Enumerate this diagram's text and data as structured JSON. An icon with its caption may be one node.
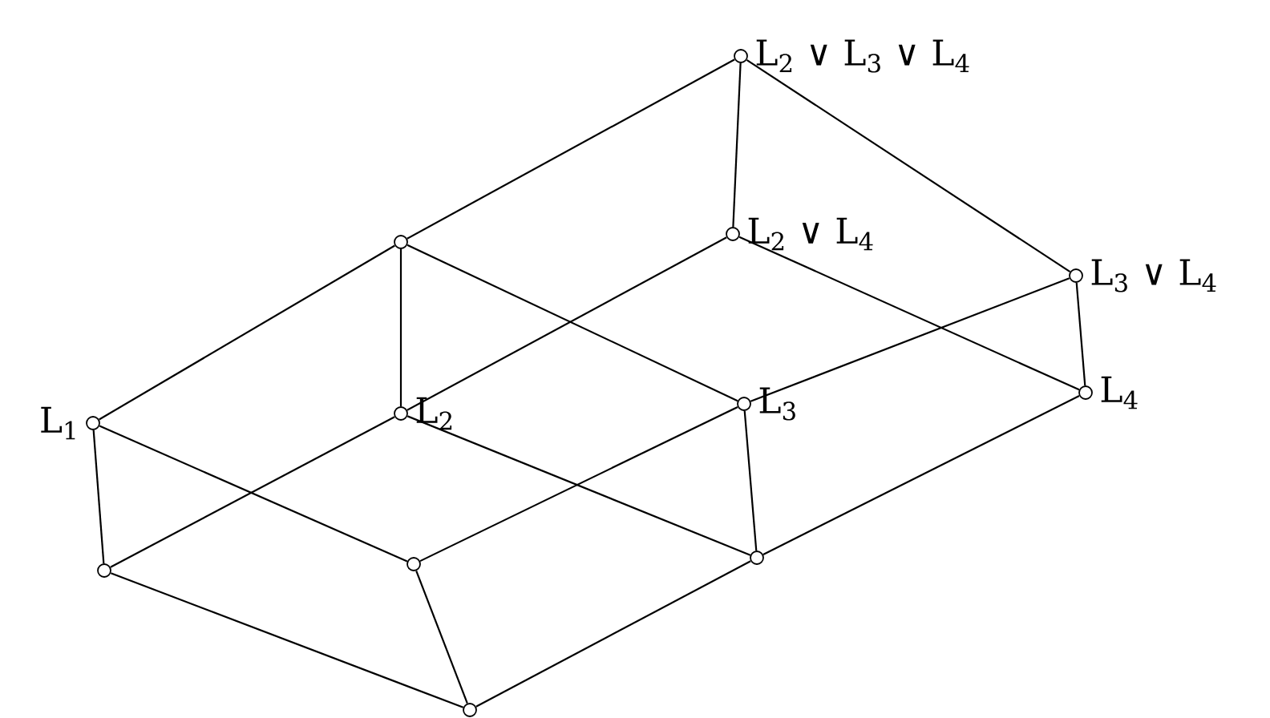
{
  "diagram": {
    "nodes": [
      {
        "text": [
          "L$_{2}$ ∨ L$_{3}$ ∨ L$_{4}$"
        ]
      },
      {
        "text": [],
        "shape": "circle"
      },
      {
        "text": [
          "L$_{2}$ ∨ L$_{4}$"
        ]
      },
      {
        "text": [
          "L$_{3}$ ∨ L$_{4}$"
        ]
      },
      {
        "text": [
          "L$_{1}$"
        ]
      },
      {
        "text": [
          "L$_{2}$"
        ]
      },
      {
        "text": [
          "L$_{3}$"
        ]
      },
      {
        "text": [
          "L$_{4}$"
        ]
      },
      {
        "text": [],
        "shape": "circle"
      },
      {
        "text": [],
        "shape": "circle"
      },
      {
        "text": [],
        "shape": "circle"
      },
      {
        "text": [],
        "shape": "circle"
      }
    ],
    "edges": [
      {
        "from": 4,
        "to": 1,
        "arrow": "none"
      },
      {
        "from": 1,
        "to": 0,
        "arrow": "none"
      },
      {
        "from": 0,
        "to": 2,
        "arrow": "none"
      },
      {
        "from": 0,
        "to": 3,
        "arrow": "none"
      },
      {
        "from": 1,
        "to": 5,
        "arrow": "none"
      },
      {
        "from": 1,
        "to": 6,
        "arrow": "none"
      },
      {
        "from": 5,
        "to": 2,
        "arrow": "none"
      },
      {
        "from": 2,
        "to": 7,
        "arrow": "none"
      },
      {
        "from": 6,
        "to": 3,
        "arrow": "none"
      },
      {
        "from": 3,
        "to": 7,
        "arrow": "none"
      },
      {
        "from": 4,
        "to": 8,
        "arrow": "none"
      },
      {
        "from": 4,
        "to": 9,
        "arrow": "none"
      },
      {
        "from": 8,
        "to": 5,
        "arrow": "none"
      },
      {
        "from": 5,
        "to": 10,
        "arrow": "none"
      },
      {
        "from": 9,
        "to": 6,
        "arrow": "none"
      },
      {
        "from": 6,
        "to": 10,
        "arrow": "none"
      },
      {
        "from": 10,
        "to": 7,
        "arrow": "none"
      },
      {
        "from": 8,
        "to": 11,
        "arrow": "none"
      },
      {
        "from": 9,
        "to": 11,
        "arrow": "none"
      },
      {
        "from": 10,
        "to": 11,
        "arrow": "none"
      }
    ]
  }
}
